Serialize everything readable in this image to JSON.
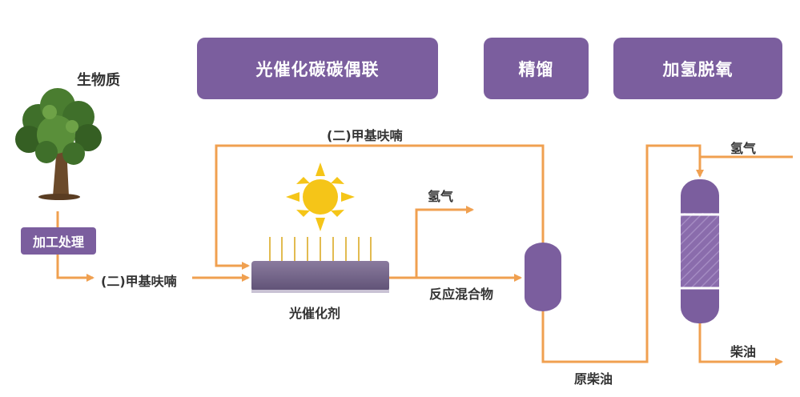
{
  "headers": {
    "photocatalysis": "光催化碳碳偶联",
    "distillation": "精馏",
    "hydrodeoxygenation": "加氢脱氧"
  },
  "labels": {
    "biomass": "生物质",
    "processing": "加工处理",
    "methylfuran_in": "(二)甲基呋喃",
    "methylfuran_recycle": "(二)甲基呋喃",
    "hydrogen_out": "氢气",
    "photocatalyst": "光催化剂",
    "reaction_mixture": "反应混合物",
    "crude_diesel": "原柴油",
    "hydrogen_in": "氢气",
    "diesel": "柴油"
  },
  "colors": {
    "accent_purple": "#7b5e9e",
    "flow_orange": "#f0a050",
    "sun_yellow": "#f5c518",
    "catalyst_gray": "#7a6b8e"
  },
  "icons": [
    "tree-icon",
    "sun-icon",
    "distillation-column-icon",
    "reactor-column-icon"
  ]
}
